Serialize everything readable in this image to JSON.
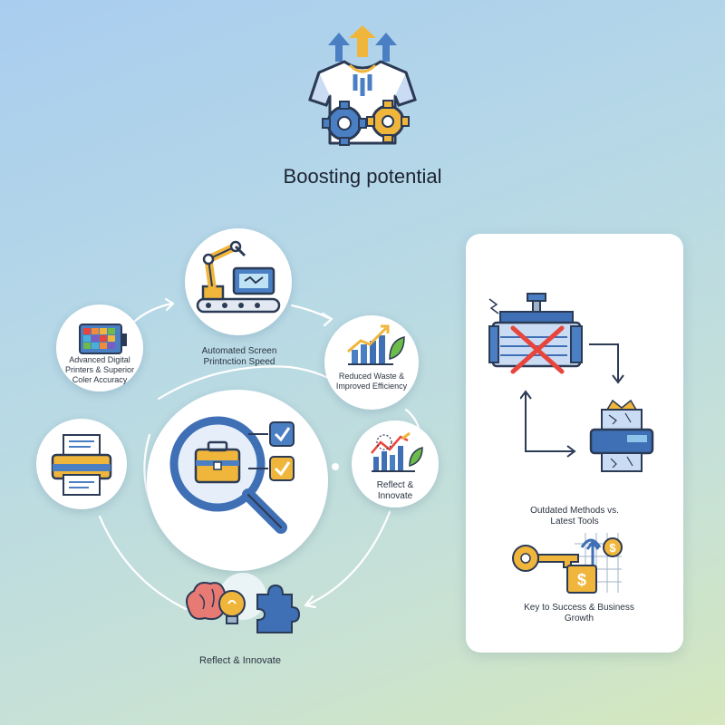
{
  "title": "Boosting potential",
  "cycle": {
    "items": [
      {
        "label": "Automated Screen Printnction Speed"
      },
      {
        "label": "Reduced Waste & Improved Efficiency"
      },
      {
        "label": "Reflect & Innovate"
      },
      {
        "label": "Reflect & Innovate"
      },
      {
        "label": "Advanced Digital Printers & Superior Coler Accuracy"
      }
    ]
  },
  "panel": {
    "comparison_label": "Outdated Methods vs. Latest Tools",
    "success_label": "Key to Success & Business Growth"
  },
  "colors": {
    "blue": "#3f6fb5",
    "gold": "#f0b63c",
    "red": "#e8453c",
    "green": "#6dbb4a"
  }
}
